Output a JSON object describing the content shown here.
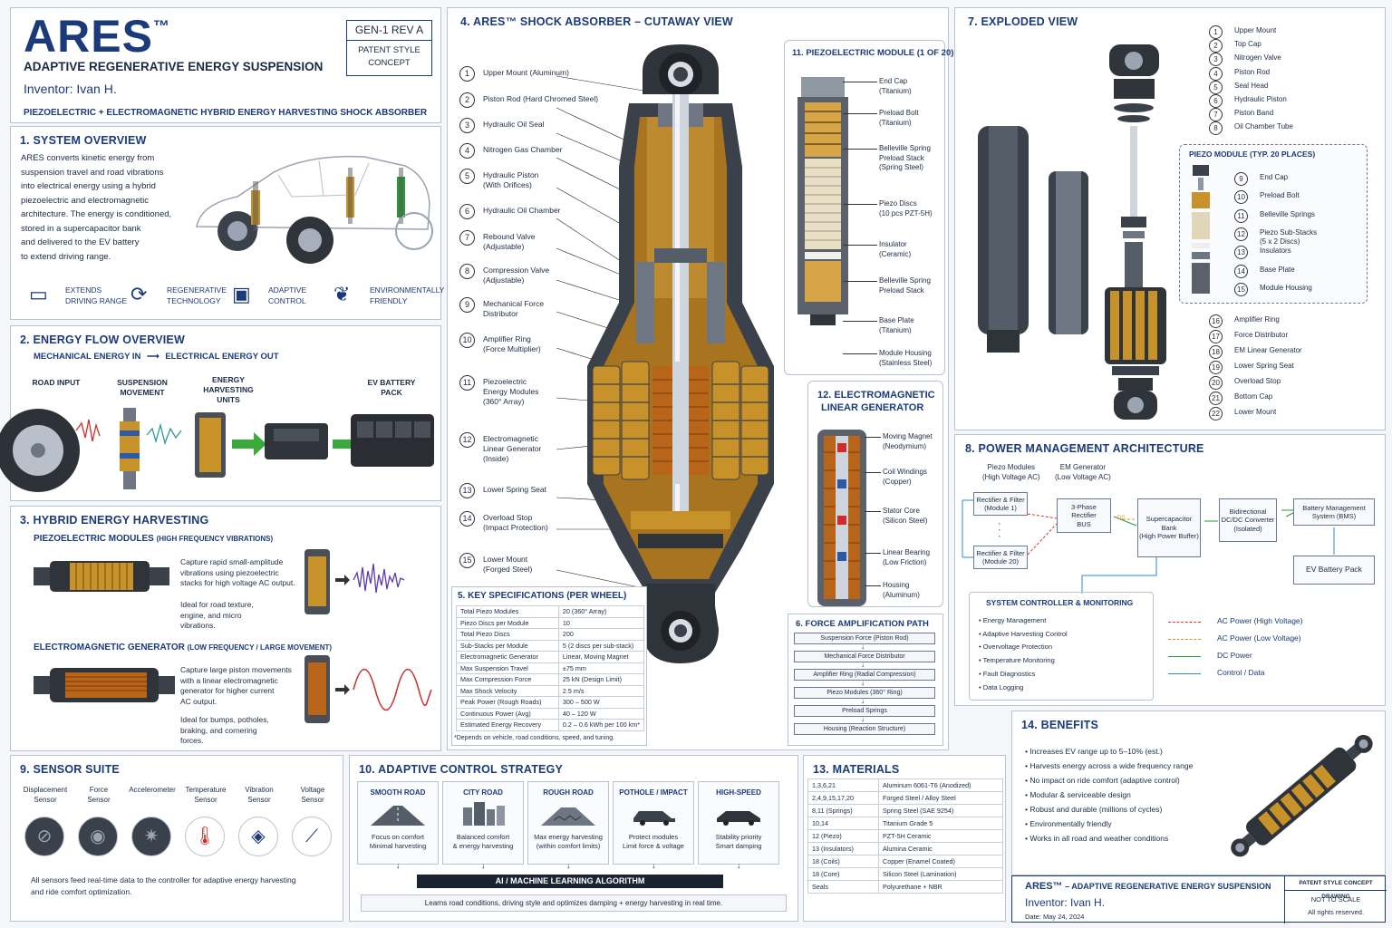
{
  "header": {
    "brand": "ARES",
    "tm": "™",
    "subtitle": "ADAPTIVE REGENERATIVE ENERGY SUSPENSION",
    "inventor": "Inventor: Ivan H.",
    "tagline": "PIEZOELECTRIC + ELECTROMAGNETIC HYBRID ENERGY HARVESTING SHOCK ABSORBER",
    "rev": "GEN-1 REV A",
    "style": "PATENT STYLE CONCEPT"
  },
  "overview": {
    "title": "1. SYSTEM OVERVIEW",
    "text": [
      "ARES converts kinetic energy from",
      "suspension travel and road vibrations",
      "into electrical energy using a hybrid",
      "piezoelectric and electromagnetic",
      "architecture. The energy is conditioned,",
      "stored in a supercapacitor bank",
      "and delivered to the EV battery",
      "to extend driving range."
    ],
    "features": [
      {
        "icon": "battery-icon",
        "l1": "EXTENDS",
        "l2": "DRIVING RANGE"
      },
      {
        "icon": "regen-icon",
        "l1": "REGENERATIVE",
        "l2": "TECHNOLOGY"
      },
      {
        "icon": "chip-icon",
        "l1": "ADAPTIVE",
        "l2": "CONTROL"
      },
      {
        "icon": "leaf-icon",
        "l1": "ENVIRONMENTALLY",
        "l2": "FRIENDLY"
      }
    ]
  },
  "flow": {
    "title": "2. ENERGY FLOW OVERVIEW",
    "sub_left": "MECHANICAL ENERGY IN",
    "sub_right": "ELECTRICAL ENERGY OUT",
    "labels": [
      [
        "ROAD INPUT"
      ],
      [
        "SUSPENSION",
        "MOVEMENT"
      ],
      [
        "ENERGY",
        "HARVESTING",
        "UNITS"
      ],
      [
        "EV BATTERY",
        "PACK"
      ]
    ]
  },
  "hybrid": {
    "title": "3. HYBRID ENERGY HARVESTING",
    "piezo_h": "PIEZOELECTRIC MODULES",
    "piezo_h2": "(HIGH FREQUENCY VIBRATIONS)",
    "piezo_t1": [
      "Capture rapid small-amplitude",
      "vibrations using piezoelectric",
      "stacks for high voltage AC output."
    ],
    "piezo_t2": [
      "Ideal for road texture,",
      "engine, and micro",
      "vibrations."
    ],
    "em_h": "ELECTROMAGNETIC GENERATOR",
    "em_h2": "(LOW FREQUENCY / LARGE MOVEMENT)",
    "em_t1": [
      "Capture large piston movements",
      "with a linear electromagnetic",
      "generator for higher current",
      "AC output."
    ],
    "em_t2": [
      "Ideal for bumps, potholes,",
      "braking, and cornering",
      "forces."
    ]
  },
  "cutaway": {
    "title": "4. ARES™ SHOCK ABSORBER – CUTAWAY VIEW",
    "items": [
      [
        "1",
        "Upper Mount (Aluminum)"
      ],
      [
        "2",
        "Piston Rod (Hard Chromed Steel)"
      ],
      [
        "3",
        "Hydraulic Oil Seal"
      ],
      [
        "4",
        "Nitrogen Gas Chamber"
      ],
      [
        "5",
        "Hydraulic Piston",
        "(With Orifices)"
      ],
      [
        "6",
        "Hydraulic Oil Chamber"
      ],
      [
        "7",
        "Rebound Valve",
        "(Adjustable)"
      ],
      [
        "8",
        "Compression Valve",
        "(Adjustable)"
      ],
      [
        "9",
        "Mechanical Force",
        "Distributor"
      ],
      [
        "10",
        "Amplifier Ring",
        "(Force Multiplier)"
      ],
      [
        "11",
        "Piezoelectric",
        "Energy Modules",
        "(360° Array)"
      ],
      [
        "12",
        "Electromagnetic",
        "Linear Generator",
        "(Inside)"
      ],
      [
        "13",
        "Lower Spring Seat"
      ],
      [
        "14",
        "Overload Stop",
        "(Impact Protection)"
      ],
      [
        "15",
        "Lower Mount",
        "(Forged Steel)"
      ]
    ]
  },
  "specs": {
    "title": "5. KEY SPECIFICATIONS (PER WHEEL)",
    "rows": [
      [
        "Total Piezo Modules",
        "20 (360° Array)"
      ],
      [
        "Piezo Discs per Module",
        "10"
      ],
      [
        "Total Piezo Discs",
        "200"
      ],
      [
        "Sub-Stacks per Module",
        "5 (2 discs per sub-stack)"
      ],
      [
        "Electromagnetic Generator",
        "Linear, Moving Magnet"
      ],
      [
        "Max Suspension Travel",
        "±75 mm"
      ],
      [
        "Max Compression Force",
        "25 kN (Design Limit)"
      ],
      [
        "Max Shock Velocity",
        "2.5 m/s"
      ],
      [
        "Peak Power (Rough Roads)",
        "300 – 500 W"
      ],
      [
        "Continuous Power (Avg)",
        "40 – 120 W"
      ],
      [
        "Estimated Energy Recovery",
        "0.2 – 0.6 kWh per 100 km*"
      ]
    ],
    "note": "*Depends on vehicle, road conditions, speed, and tuning."
  },
  "force": {
    "title": "6. FORCE AMPLIFICATION PATH",
    "steps": [
      "Suspension Force (Piston Rod)",
      "Mechanical Force Distributor",
      "Amplifier Ring (Radial Compression)",
      "Piezo Modules (360° Ring)",
      "Preload Springs",
      "Housing (Reaction Structure)"
    ]
  },
  "exploded": {
    "title": "7. EXPLODED VIEW",
    "items": [
      [
        "1",
        "Upper Mount"
      ],
      [
        "2",
        "Top Cap"
      ],
      [
        "3",
        "Nitrogen Valve"
      ],
      [
        "4",
        "Piston Rod"
      ],
      [
        "5",
        "Seal Head"
      ],
      [
        "6",
        "Hydraulic Piston"
      ],
      [
        "7",
        "Piston Band"
      ],
      [
        "8",
        "Oil Chamber Tube"
      ]
    ],
    "piezo_title": "PIEZO MODULE (TYP. 20 PLACES)",
    "piezo_items": [
      [
        "9",
        "End Cap"
      ],
      [
        "10",
        "Preload Bolt"
      ],
      [
        "11",
        "Belleville Springs"
      ],
      [
        "12",
        "Piezo Sub-Stacks",
        "(5 x 2 Discs)"
      ],
      [
        "13",
        "Insulators"
      ],
      [
        "14",
        "Base Plate"
      ],
      [
        "15",
        "Module Housing"
      ]
    ],
    "lower_items": [
      [
        "16",
        "Amplifier Ring"
      ],
      [
        "17",
        "Force Distributor"
      ],
      [
        "18",
        "EM Linear Generator"
      ],
      [
        "19",
        "Lower Spring Seat"
      ],
      [
        "20",
        "Overload Stop"
      ],
      [
        "21",
        "Bottom Cap"
      ],
      [
        "22",
        "Lower Mount"
      ]
    ]
  },
  "power": {
    "title": "8. POWER MANAGEMENT ARCHITECTURE",
    "piezo_src": [
      "Piezo Modules",
      "(High Voltage AC)"
    ],
    "em_src": [
      "EM Generator",
      "(Low Voltage AC)"
    ],
    "rect1": [
      "Rectifier & Filter",
      "(Module 1)"
    ],
    "rect20": [
      "Rectifier & Filter",
      "(Module 20)"
    ],
    "three": [
      "3-Phase",
      "Rectifier",
      "BUS"
    ],
    "bus": "BUS",
    "dc": "DC",
    "super": [
      "Supercapacitor",
      "Bank",
      "(High Power Buffer)"
    ],
    "bidir": [
      "Bidirectional",
      "DC/DC Converter",
      "(Isolated)"
    ],
    "bms": [
      "Battery Management",
      "System (BMS)"
    ],
    "ev": "EV Battery Pack",
    "ctrl_title": "SYSTEM CONTROLLER & MONITORING",
    "ctrl_items": [
      "Energy Management",
      "Adaptive Harvesting Control",
      "Overvoltage Protection",
      "Temperature Monitoring",
      "Fault Diagnostics",
      "Data Logging"
    ],
    "legend": [
      [
        "AC Power (High Voltage)",
        "#e03030"
      ],
      [
        "AC Power (Low Voltage)",
        "#f08a20"
      ],
      [
        "DC Power",
        "#2a9a3a"
      ],
      [
        "Control / Data",
        "#2a8ad8"
      ]
    ]
  },
  "sensors": {
    "title": "9. SENSOR SUITE",
    "items": [
      [
        "Displacement",
        "Sensor"
      ],
      [
        "Force",
        "Sensor"
      ],
      [
        "Accelerometer",
        ""
      ],
      [
        "Temperature",
        "Sensor"
      ],
      [
        "Vibration",
        "Sensor"
      ],
      [
        "Voltage",
        "Sensor"
      ]
    ],
    "note": [
      "All sensors feed real-time data to the controller for adaptive energy harvesting",
      "and ride comfort optimization."
    ]
  },
  "strategy": {
    "title": "10. ADAPTIVE CONTROL STRATEGY",
    "modes": [
      [
        "SMOOTH ROAD",
        "Focus on comfort",
        "Minimal harvesting"
      ],
      [
        "CITY ROAD",
        "Balanced comfort",
        "& energy harvesting"
      ],
      [
        "ROUGH ROAD",
        "Max energy harvesting",
        "(within comfort limits)"
      ],
      [
        "POTHOLE / IMPACT",
        "Protect modules",
        "Limit force & voltage"
      ],
      [
        "HIGH-SPEED",
        "Stability priority",
        "Smart damping"
      ]
    ],
    "ai": "AI / MACHINE LEARNING ALGORITHM",
    "learn": "Learns road conditions, driving style and optimizes damping + energy harvesting in real time."
  },
  "piezomod": {
    "title": "11. PIEZOELECTRIC MODULE (1 OF 20)",
    "items": [
      [
        "End Cap",
        "(Titanium)"
      ],
      [
        "Preload Bolt",
        "(Titanium)"
      ],
      [
        "Belleville Spring",
        "Preload Stack",
        "(Spring Steel)"
      ],
      [
        "Piezo Discs",
        "(10 pcs PZT-5H)"
      ],
      [
        "Insulator",
        "(Ceramic)"
      ],
      [
        "Belleville Spring",
        "Preload Stack"
      ],
      [
        "Base Plate",
        "(Titanium)"
      ],
      [
        "Module Housing",
        "(Stainless Steel)"
      ]
    ]
  },
  "emgen": {
    "title1": "12. ELECTROMAGNETIC",
    "title2": "LINEAR GENERATOR",
    "items": [
      [
        "Moving Magnet",
        "(Neodymium)"
      ],
      [
        "Coil Windings",
        "(Copper)"
      ],
      [
        "Stator Core",
        "(Silicon Steel)"
      ],
      [
        "Linear Bearing",
        "(Low Friction)"
      ],
      [
        "Housing",
        "(Aluminum)"
      ]
    ]
  },
  "materials": {
    "title": "13. MATERIALS",
    "rows": [
      [
        "1,3,6,21",
        "Aluminum 6061-T6 (Anodized)"
      ],
      [
        "2,4,9,15,17,20",
        "Forged Steel / Alloy Steel"
      ],
      [
        "8,11 (Springs)",
        "Spring Steel (SAE 9254)"
      ],
      [
        "10,14",
        "Titanium Grade 5"
      ],
      [
        "12 (Piezo)",
        "PZT-5H Ceramic"
      ],
      [
        "13 (Insulators)",
        "Alumina Ceramic"
      ],
      [
        "18 (Coils)",
        "Copper (Enamel Coated)"
      ],
      [
        "18 (Core)",
        "Silicon Steel (Lamination)"
      ],
      [
        "Seals",
        "Polyurethane + NBR"
      ]
    ]
  },
  "benefits": {
    "title": "14. BENEFITS",
    "items": [
      "Increases EV range up to 5–10% (est.)",
      "Harvests energy across a wide frequency range",
      "No impact on ride comfort (adaptive control)",
      "Modular & serviceable design",
      "Robust and durable (millions of cycles)",
      "Environmentally friendly",
      "Works in all road and weather conditions"
    ]
  },
  "footer": {
    "brand": "ARES™",
    "title": " – ADAPTIVE REGENERATIVE ENERGY SUSPENSION",
    "inventor": "Inventor:  Ivan H.",
    "date": "Date: May 24, 2024",
    "psc": "PATENT STYLE CONCEPT DRAWING",
    "nts": "NOT TO SCALE",
    "rights": "All rights reserved."
  },
  "colors": {
    "accent": "#1a3a7a",
    "gold": "#c8922a",
    "steel": "#7d8590"
  }
}
